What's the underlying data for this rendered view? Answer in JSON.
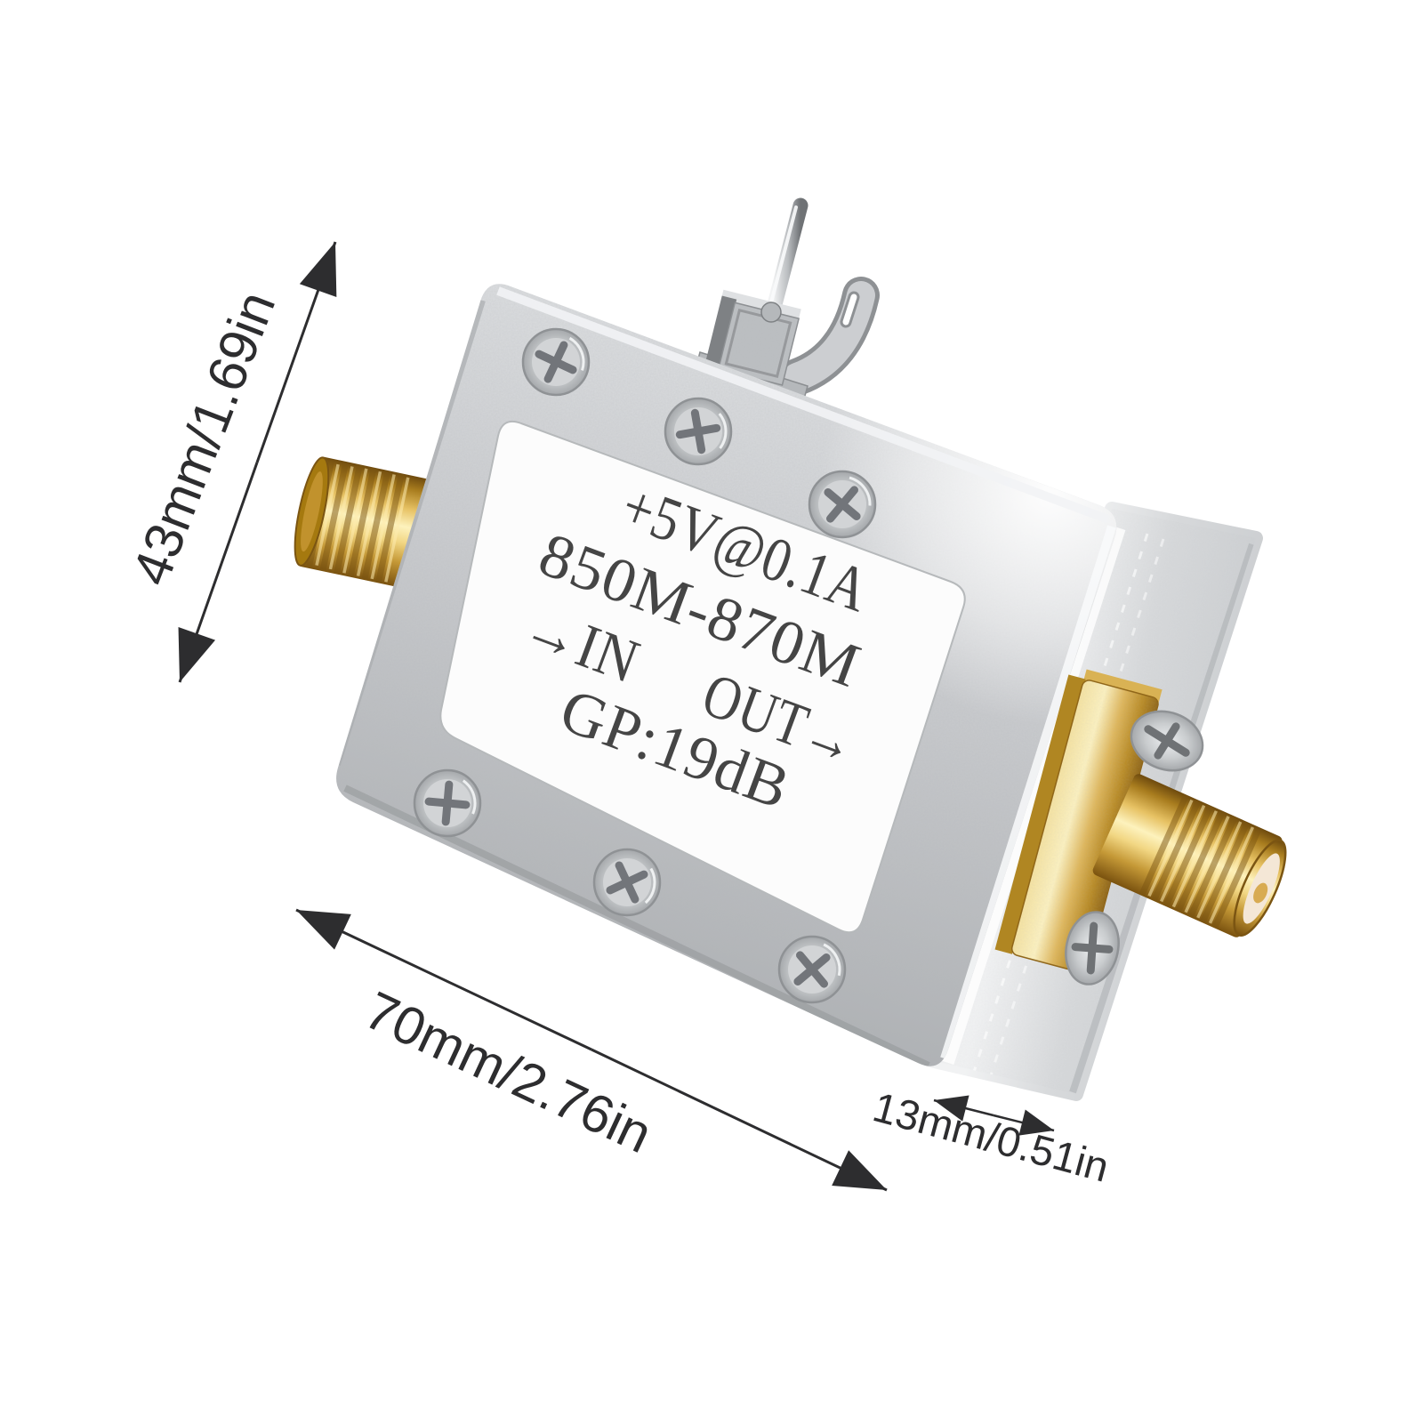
{
  "device_label": {
    "power": "+5V@0.1A",
    "band": "850M-870M",
    "input": "→IN",
    "output": "OUT→",
    "gain": "GP:19dB"
  },
  "dimension_annotations": {
    "height": "43mm/1.69in",
    "length": "70mm/2.76in",
    "depth": "13mm/0.51in"
  },
  "colors": {
    "background": "#ffffff",
    "metal_silver": "#c7c9cc",
    "gold": "#d9a93f",
    "annotation_ink": "#2d2d2f",
    "label_ink": "#454545"
  }
}
